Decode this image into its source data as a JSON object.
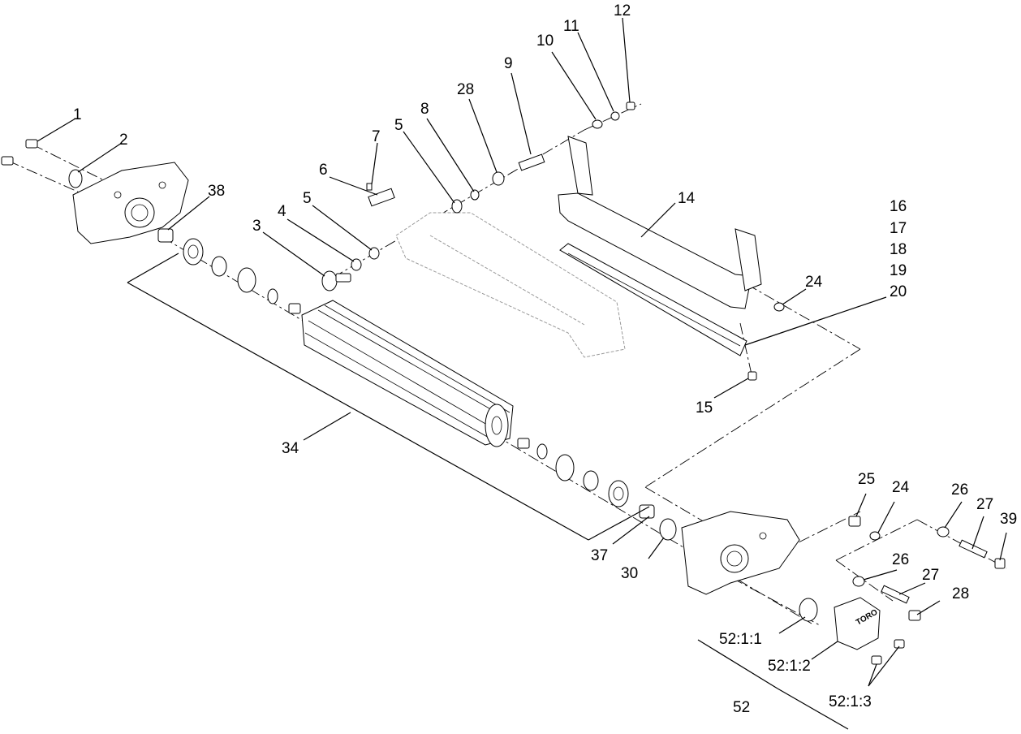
{
  "diagram": {
    "callouts": [
      "1",
      "2",
      "38",
      "3",
      "4",
      "5",
      "5",
      "6",
      "7",
      "8",
      "28",
      "9",
      "10",
      "11",
      "12",
      "14",
      "16",
      "17",
      "18",
      "19",
      "20",
      "24",
      "15",
      "34",
      "37",
      "30",
      "25",
      "24",
      "26",
      "27",
      "39",
      "26",
      "27",
      "28",
      "52:1:1",
      "52:1:2",
      "52:1:3",
      "52"
    ]
  },
  "brand_mark": "TORO"
}
